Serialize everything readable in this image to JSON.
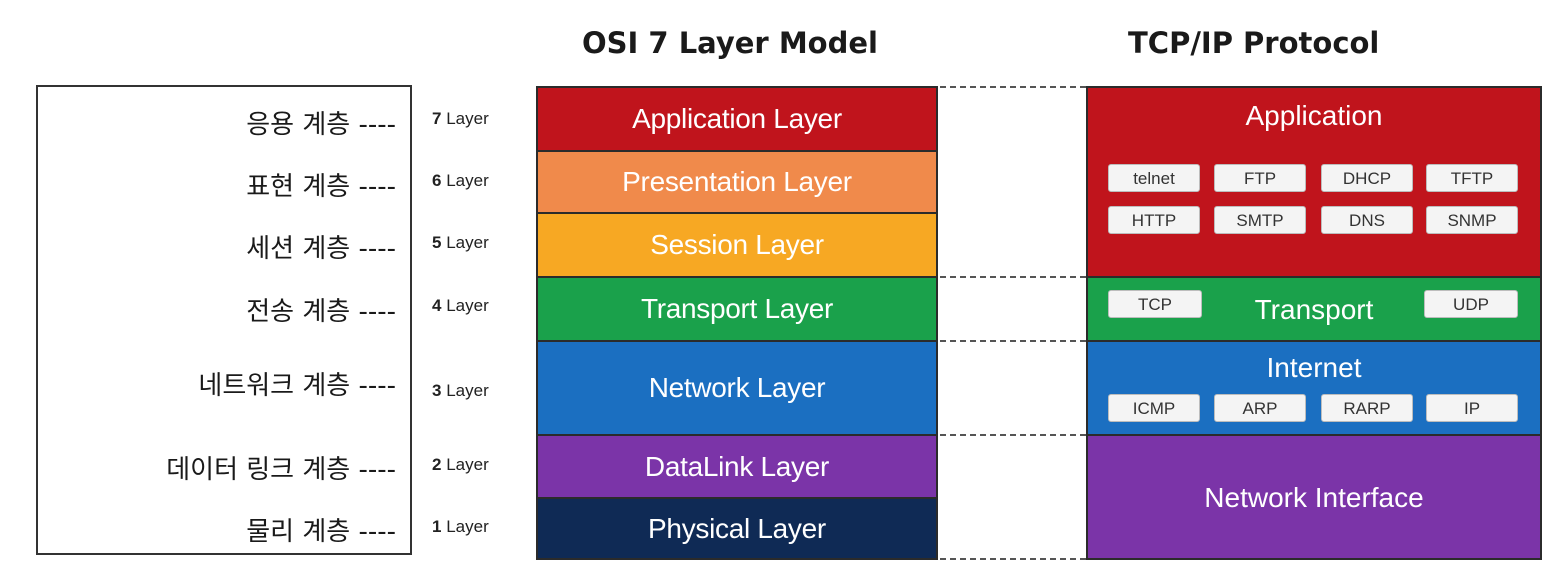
{
  "titles": {
    "osi": "OSI 7 Layer Model",
    "tcp": "TCP/IP Protocol"
  },
  "korean_labels": [
    "응용 계층 ----",
    "표현 계층 ----",
    "세션 계층 ----",
    "전송 계층 ----",
    "네트워크 계층 ----",
    "데이터 링크 계층 ----",
    "물리 계층 ----"
  ],
  "layer_numbers": [
    {
      "num": "7",
      "word": "Layer"
    },
    {
      "num": "6",
      "word": "Layer"
    },
    {
      "num": "5",
      "word": "Layer"
    },
    {
      "num": "4",
      "word": "Layer"
    },
    {
      "num": "3",
      "word": "Layer"
    },
    {
      "num": "2",
      "word": "Layer"
    },
    {
      "num": "1",
      "word": "Layer"
    }
  ],
  "osi_layers": [
    {
      "label": "Application Layer",
      "color": "#c0141c"
    },
    {
      "label": "Presentation Layer",
      "color": "#f08a4b"
    },
    {
      "label": "Session Layer",
      "color": "#f7a823"
    },
    {
      "label": "Transport Layer",
      "color": "#1aa14b"
    },
    {
      "label": "Network Layer",
      "color": "#1b6fc1"
    },
    {
      "label": "DataLink Layer",
      "color": "#7b34a8"
    },
    {
      "label": "Physical Layer",
      "color": "#0f2a55"
    }
  ],
  "tcp_layers": {
    "application": {
      "label": "Application",
      "color": "#c0141c",
      "protocols": [
        "telnet",
        "FTP",
        "DHCP",
        "TFTP",
        "HTTP",
        "SMTP",
        "DNS",
        "SNMP"
      ]
    },
    "transport": {
      "label": "Transport",
      "color": "#1aa14b",
      "protocols": [
        "TCP",
        "UDP"
      ]
    },
    "internet": {
      "label": "Internet",
      "color": "#1b6fc1",
      "protocols": [
        "ICMP",
        "ARP",
        "RARP",
        "IP"
      ]
    },
    "network_interface": {
      "label": "Network Interface",
      "color": "#7b34a8"
    }
  }
}
